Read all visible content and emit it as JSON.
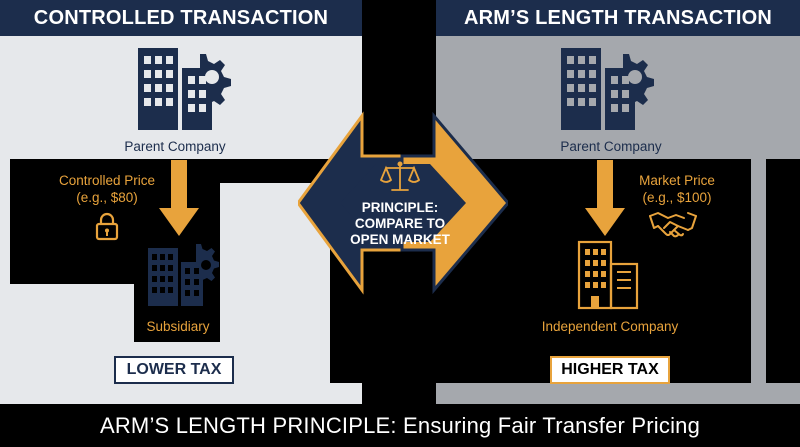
{
  "left": {
    "header": "CONTROLLED TRANSACTION",
    "parent_label": "Parent Company",
    "price_line1": "Controlled Price",
    "price_line2": "(e.g., $80)",
    "subsidiary_label": "Subsidiary",
    "tax_label": "LOWER TAX"
  },
  "right": {
    "header": "ARM’S LENGTH TRANSACTION",
    "parent_label": "Parent Company",
    "price_line1": "Market Price",
    "price_line2": "(e.g., $100)",
    "independent_label": "Independent Company",
    "tax_label": "HIGHER TAX"
  },
  "center": {
    "line1": "PRINCIPLE:",
    "line2": "COMPARE TO",
    "line3": "OPEN MARKET"
  },
  "footer": "ARM’S LENGTH PRINCIPLE: Ensuring Fair Transfer Pricing",
  "colors": {
    "navy": "#1c2d4c",
    "gold": "#e8a33c",
    "left_bg": "#e6e8eb",
    "right_bg": "#a5a8ad"
  },
  "icons": [
    "building-gear-icon",
    "lock-icon",
    "scales-icon",
    "handshake-icon",
    "building-icon"
  ]
}
